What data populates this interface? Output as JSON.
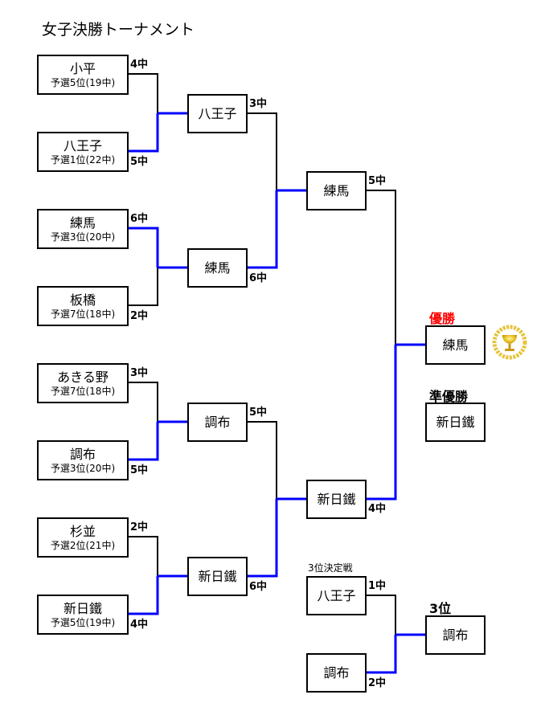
{
  "title": "女子決勝トーナメント",
  "colors": {
    "win_line": "#0000ff",
    "line": "#000000",
    "champion_label": "#ff0000"
  },
  "round1": [
    {
      "team": "小平",
      "seed": "予選5位(19中)",
      "score": "4中"
    },
    {
      "team": "八王子",
      "seed": "予選1位(22中)",
      "score": "5中"
    },
    {
      "team": "練馬",
      "seed": "予選3位(20中)",
      "score": "6中"
    },
    {
      "team": "板橋",
      "seed": "予選7位(18中)",
      "score": "2中"
    },
    {
      "team": "あきる野",
      "seed": "予選7位(18中)",
      "score": "3中"
    },
    {
      "team": "調布",
      "seed": "予選3位(20中)",
      "score": "5中"
    },
    {
      "team": "杉並",
      "seed": "予選2位(21中)",
      "score": "2中"
    },
    {
      "team": "新日鐵",
      "seed": "予選5位(19中)",
      "score": "4中"
    }
  ],
  "round2": [
    {
      "team": "八王子",
      "score": "3中"
    },
    {
      "team": "練馬",
      "score": "6中"
    },
    {
      "team": "調布",
      "score": "5中"
    },
    {
      "team": "新日鐵",
      "score": "6中"
    }
  ],
  "semifinal": [
    {
      "team": "練馬",
      "score": "5中"
    },
    {
      "team": "新日鐵",
      "score": "4中"
    }
  ],
  "final": {
    "champion_label": "優勝",
    "champion": "練馬",
    "runner_up_label": "準優勝",
    "runner_up": "新日鐵",
    "trophy_icon": "trophy-icon"
  },
  "third_place": {
    "match_label": "3位決定戦",
    "teams": [
      {
        "team": "八王子",
        "score": "1中"
      },
      {
        "team": "調布",
        "score": "2中"
      }
    ],
    "result_label": "3位",
    "result": "調布"
  }
}
